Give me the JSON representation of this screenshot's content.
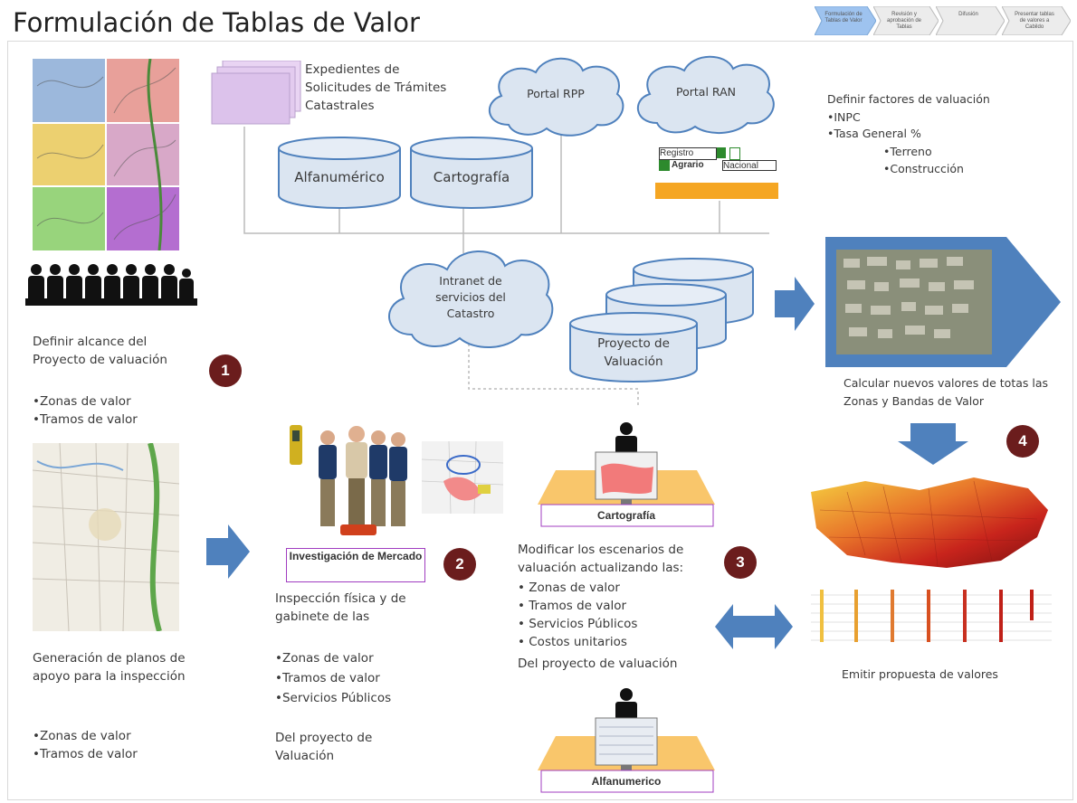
{
  "title": "Formulación de Tablas de Valor",
  "process_steps": [
    "Formulación de Tablas de Valor",
    "Revisión y aprobación de Tablas",
    "Difusión",
    "Presentar tablas de valores a Cabildo"
  ],
  "sources": {
    "expedientes": "Expedientes de Solicitudes de Trámites Catastrales",
    "db_alfanumerico": "Alfanumérico",
    "db_cartografia": "Cartografía",
    "portal_rpp": "Portal RPP",
    "portal_ran": "Portal RAN",
    "ran_registro": "Registro",
    "ran_agrario": "Agrario",
    "ran_nacional": "Nacional",
    "intranet": "Intranet de servicios del Catastro",
    "proyecto": "Proyecto de Valuación"
  },
  "factors": {
    "heading": "Definir factores de valuación",
    "items": [
      "•INPC",
      "•Tasa General %"
    ],
    "subitems": [
      "•Terreno",
      "•Construcción"
    ]
  },
  "step1": {
    "number": "1",
    "heading": "Definir alcance del Proyecto de valuación",
    "items": [
      "•Zonas de valor",
      "•Tramos de valor"
    ],
    "plans_heading": "Generación de planos de apoyo para la inspección",
    "plans_items": [
      "•Zonas de valor",
      "•Tramos de valor"
    ]
  },
  "step2": {
    "number": "2",
    "box_label": "Investigación de Mercado",
    "heading": "Inspección física y de gabinete de las",
    "items": [
      "•Zonas de valor",
      "•Tramos de valor",
      "•Servicios Públicos"
    ],
    "footer": "Del proyecto de Valuación"
  },
  "step3": {
    "number": "3",
    "workstation_top": "Cartografía",
    "workstation_bottom": "Alfanumerico",
    "heading": "Modificar los escenarios de valuación actualizando las:",
    "items": [
      "• Zonas de valor",
      "• Tramos de valor",
      "• Servicios Públicos",
      "• Costos unitarios"
    ],
    "footer": "Del proyecto de valuación"
  },
  "step4": {
    "number": "4",
    "calc_text": "Calcular nuevos valores de totas las Zonas y Bandas de Valor",
    "emit_text": "Emitir propuesta de valores"
  },
  "colors": {
    "accent_blue": "#4f81bd",
    "cloud_fill": "#dbe5f1",
    "cylinder_fill": "#dbe5f1",
    "circle_fill": "#6b1d1d",
    "workstation_fill": "#f9c66b"
  }
}
